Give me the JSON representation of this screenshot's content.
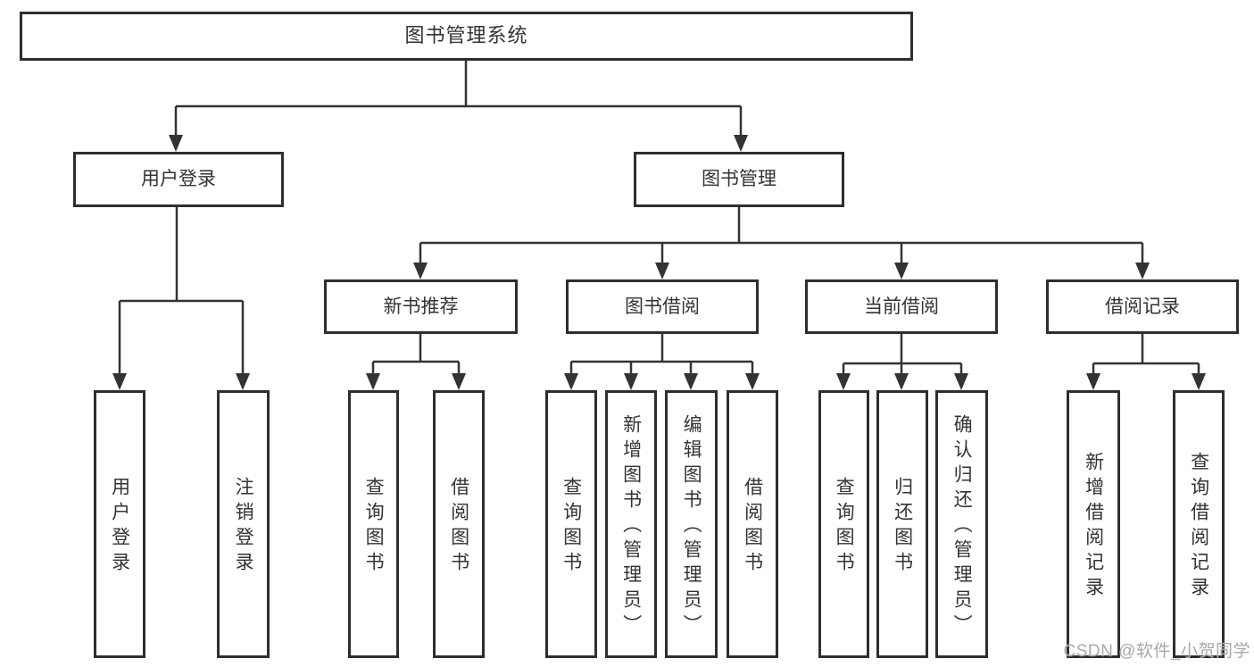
{
  "watermark": {
    "text": "CSDN @软件_小贺同学"
  },
  "colors": {
    "line": "#333333",
    "box_border": "#2e2e2e",
    "text": "#333333",
    "background": "#ffffff",
    "watermark_text": "#a8a8a8"
  },
  "tree": {
    "root": "图书管理系统",
    "children": [
      {
        "label": "用户登录",
        "children": [
          "用户登录",
          "注销登录"
        ]
      },
      {
        "label": "图书管理",
        "children": [
          {
            "label": "新书推荐",
            "children": [
              "查询图书",
              "借阅图书"
            ]
          },
          {
            "label": "图书借阅",
            "children": [
              "查询图书",
              "新增图书（管理员）",
              "编辑图书（管理员）",
              "借阅图书"
            ]
          },
          {
            "label": "当前借阅",
            "children": [
              "查询图书",
              "归还图书",
              "确认归还（管理员）"
            ]
          },
          {
            "label": "借阅记录",
            "children": [
              "新增借阅记录",
              "查询借阅记录"
            ]
          }
        ]
      }
    ]
  }
}
